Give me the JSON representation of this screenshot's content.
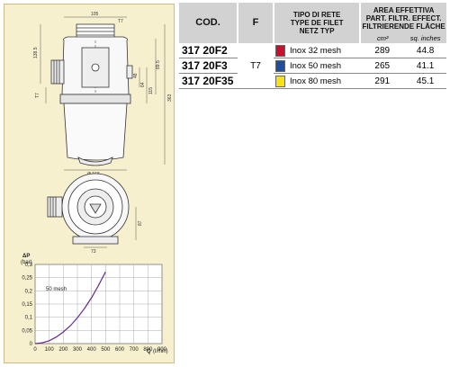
{
  "drawing": {
    "dims": {
      "width_top": "105",
      "thread": "T7",
      "h_left": "138.5",
      "h_right": "89.5",
      "h_48": "48",
      "h_64": "64",
      "h_115": "115",
      "h_363": "363",
      "inlet": "T7",
      "diameter": "Ø 168",
      "w_73": "73",
      "h_87": "87"
    }
  },
  "table": {
    "headers": {
      "cod": "COD.",
      "f": "F",
      "tipo_line1": "TIPO DI RETE",
      "tipo_line2": "TYPE DE FILET",
      "tipo_line3": "NETZ TYP",
      "area_line1": "AREA EFFETTIVA",
      "area_line2": "PART. FILTR. EFFECT.",
      "area_line3": "FILTRIERENDE FLÄCHE"
    },
    "units": {
      "cm2": "cm²",
      "sq": "sq. inches"
    },
    "f_value": "T7",
    "rows": [
      {
        "code": "317 20F2",
        "mesh": "Inox 32 mesh",
        "color": "#c8102e",
        "cm2": "289",
        "sq": "44.8"
      },
      {
        "code": "317 20F3",
        "mesh": "Inox 50 mesh",
        "color": "#1f4e9c",
        "cm2": "265",
        "sq": "41.1"
      },
      {
        "code": "317 20F35",
        "mesh": "Inox 80 mesh",
        "color": "#f7e21a",
        "cm2": "291",
        "sq": "45.1"
      }
    ]
  },
  "chart_data": {
    "type": "line",
    "ylabel": "ΔP",
    "yunit": "(bar)",
    "xlabel": "Q",
    "xunit": "(l/min)",
    "xlim": [
      0,
      900
    ],
    "ylim": [
      0,
      0.3
    ],
    "xticks": [
      "0",
      "100",
      "200",
      "300",
      "400",
      "500",
      "600",
      "700",
      "800",
      "900"
    ],
    "yticks": [
      "0",
      "0,05",
      "0,1",
      "0,15",
      "0,2",
      "0,25",
      "0,3"
    ],
    "annotation": "50 mesh",
    "curve_color": "#6a2a8c",
    "series": [
      {
        "name": "50 mesh",
        "x": [
          0,
          50,
          100,
          150,
          200,
          250,
          300,
          350,
          400,
          450,
          500
        ],
        "y": [
          0,
          0.003,
          0.011,
          0.025,
          0.044,
          0.068,
          0.098,
          0.133,
          0.174,
          0.221,
          0.272
        ]
      }
    ]
  }
}
